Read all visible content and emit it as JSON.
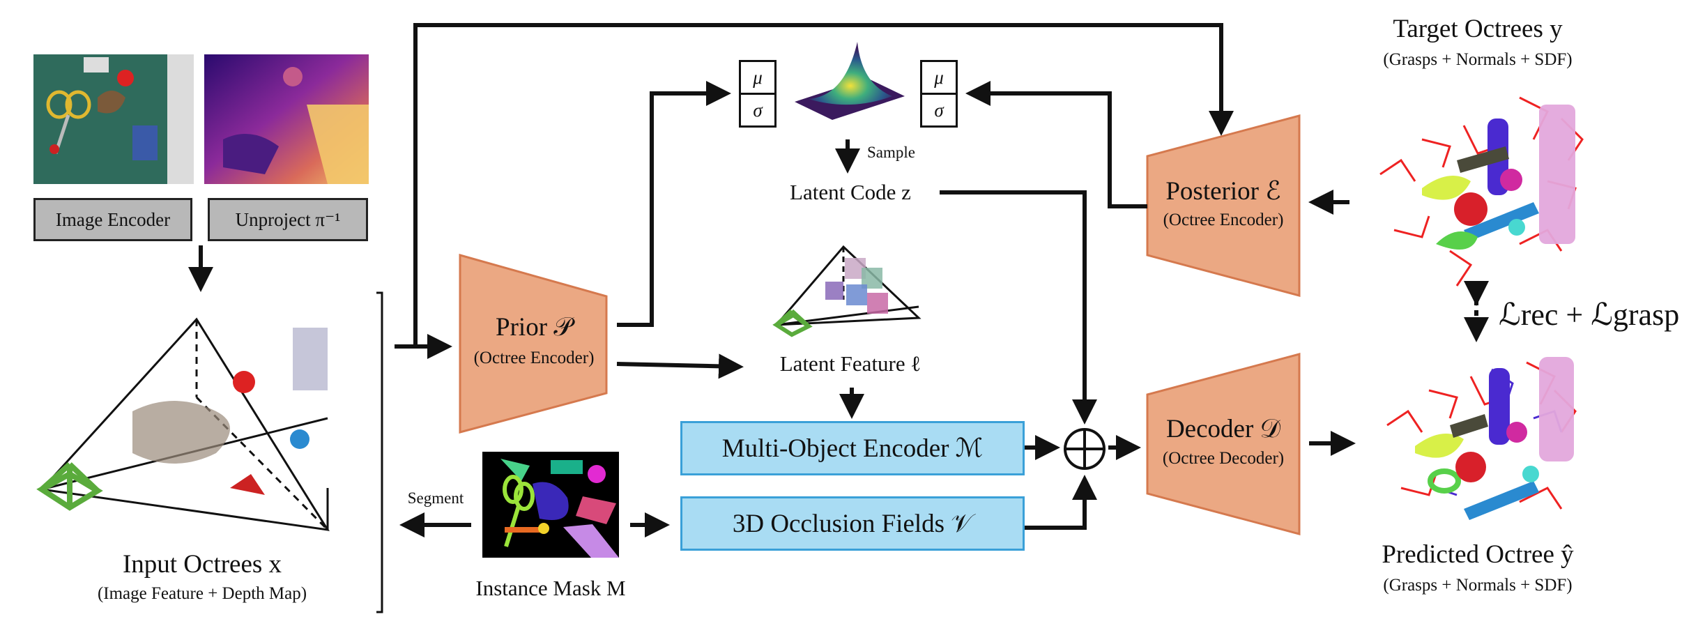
{
  "colors": {
    "encoder_fill": "#eba883",
    "encoder_stroke": "#d5794e",
    "module_fill": "#a9dcf3",
    "module_stroke": "#3aa0d8",
    "label_box_fill": "#b8b8b8",
    "camera_green": "#5aab3c"
  },
  "inputs": {
    "image_encoder_label": "Image Encoder",
    "unproject_label": "Unproject π⁻¹",
    "input_title": "Input Octrees x",
    "input_subtitle": "(Image Feature + Depth Map)",
    "segment_label": "Segment",
    "instance_mask_label": "Instance Mask M"
  },
  "prior": {
    "title": "Prior 𝒫",
    "subtitle": "(Octree Encoder)"
  },
  "latent": {
    "mu": "μ",
    "sigma": "σ",
    "sample_label": "Sample",
    "latent_code_label": "Latent Code z",
    "latent_feature_label": "Latent Feature ℓ"
  },
  "modules": {
    "multi_object_encoder": "Multi-Object Encoder ℳ",
    "occlusion_fields": "3D Occlusion Fields 𝒱",
    "sum_symbol": "⊕"
  },
  "posterior": {
    "title": "Posterior ℰ",
    "subtitle": "(Octree Encoder)"
  },
  "decoder": {
    "title": "Decoder 𝒟",
    "subtitle": "(Octree Decoder)"
  },
  "targets": {
    "target_title": "Target Octrees y",
    "target_subtitle": "(Grasps + Normals + SDF)",
    "loss_label": "ℒrec + ℒgrasp",
    "predicted_title": "Predicted Octree ŷ",
    "predicted_subtitle": "(Grasps + Normals + SDF)"
  }
}
